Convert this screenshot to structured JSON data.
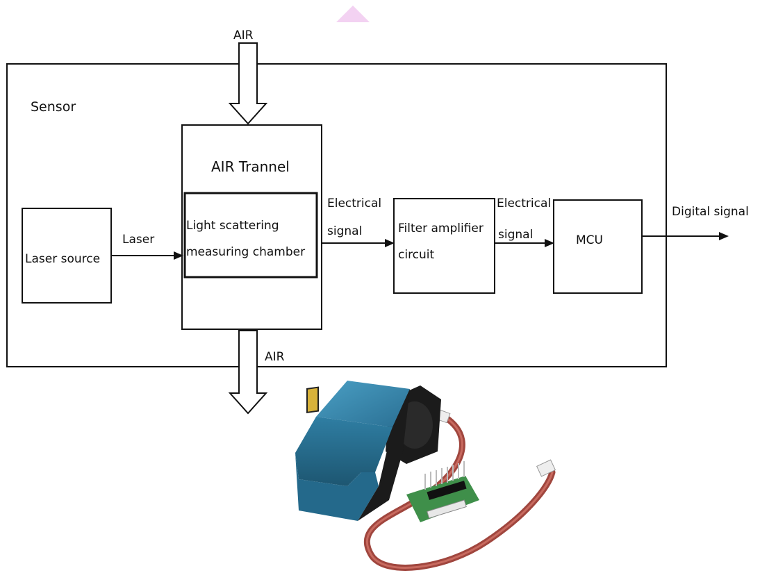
{
  "labels": {
    "air_in": "AIR",
    "air_out": "AIR",
    "sensor": "Sensor",
    "air_tunnel": "AIR Trannel",
    "chamber_line1": "Light scattering",
    "chamber_line2": "measuring chamber",
    "laser_source": "Laser source",
    "laser": "Laser",
    "electrical_signal_1_line1": "Electrical",
    "electrical_signal_1_line2": "signal",
    "filter_line1": "Filter amplifier",
    "filter_line2": "circuit",
    "electrical_signal_2_line1": "Electrical",
    "electrical_signal_2_line2": "signal",
    "mcu": "MCU",
    "digital_signal": "Digital signal"
  },
  "colors": {
    "line": "#111111",
    "accent_triangle": "#f3d2f2",
    "module_blue": "#2f7ea3",
    "module_blue_dark": "#1d5671",
    "module_black": "#1b1b1b",
    "pcb_green": "#3f8f4a",
    "cable_red": "#a0463e"
  },
  "icons": {
    "top_marker": "triangle-marker-icon",
    "air_in_arrow": "hollow-down-arrow-icon",
    "air_out_arrow": "hollow-down-arrow-icon",
    "product": "sensor-module-photo"
  }
}
